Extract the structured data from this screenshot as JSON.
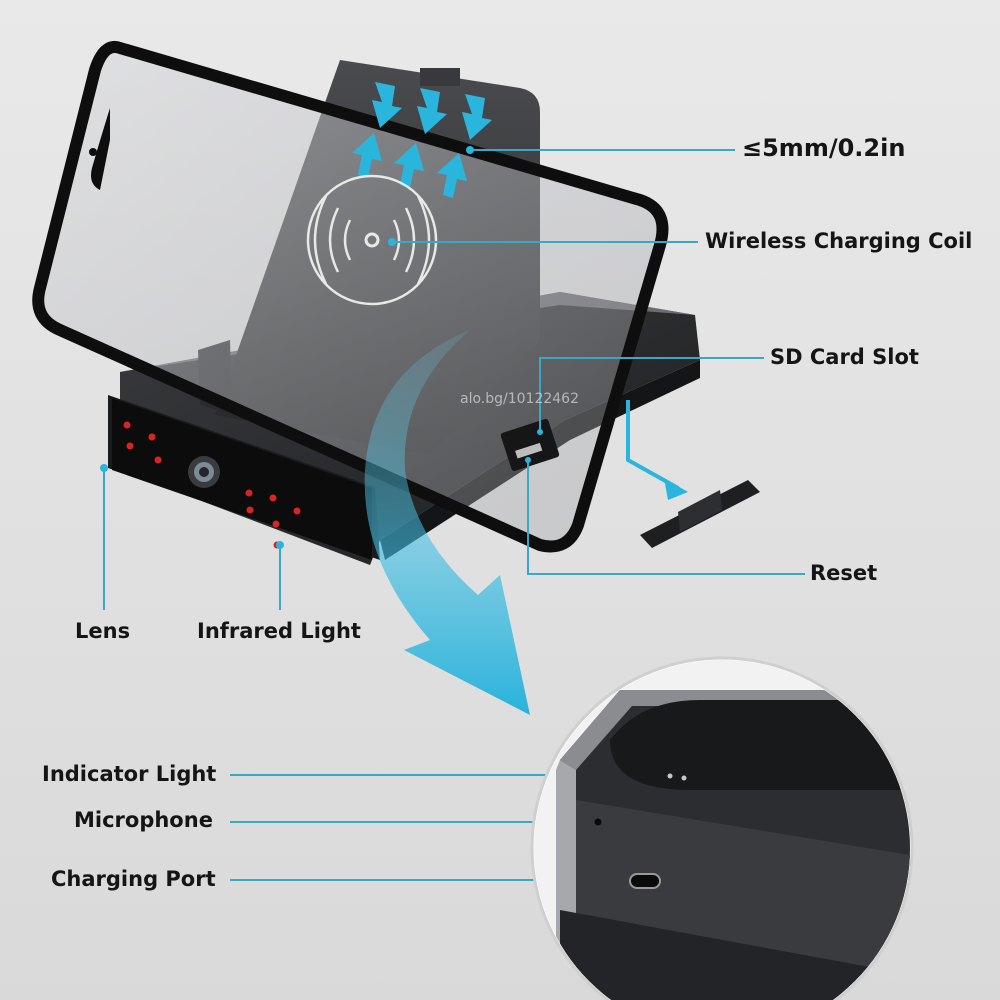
{
  "labels": {
    "thickness": "≤5mm/0.2in",
    "coil": "Wireless Charging Coil",
    "sd_slot": "SD Card Slot",
    "reset": "Reset",
    "lens": "Lens",
    "infrared": "Infrared Light",
    "indicator": "Indicator Light",
    "microphone": "Microphone",
    "charging_port": "Charging Port"
  },
  "watermark": "alo.bg/10122462",
  "colors": {
    "accent": "#2ab6dc",
    "leader_line": "#3aa6c8",
    "device_body": "#2b2c2f",
    "infrared_led": "#d82424"
  },
  "icons": {
    "pressure_arrows": "arrow-icon",
    "coil_symbol": "wireless-charging-icon",
    "port": "usb-c-port-icon"
  }
}
